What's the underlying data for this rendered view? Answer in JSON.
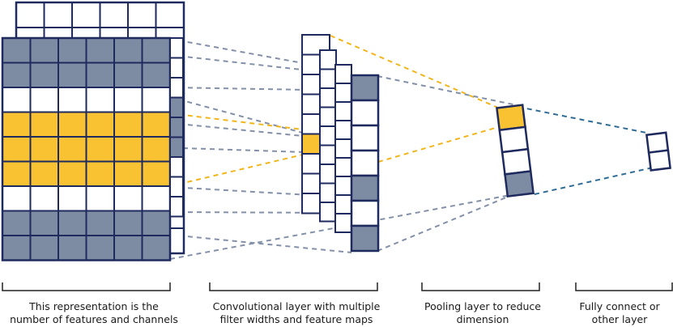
{
  "colors": {
    "outline": "#1f2a5e",
    "gray_fill": "#7d8ba3",
    "highlight": "#f8c232",
    "gray_dash": "#8390a8",
    "orange_dash": "#f2b61c",
    "blue_dash": "#2e6b95"
  },
  "captions": [
    {
      "line1": "This representation is the",
      "line2": "number of features and channels"
    },
    {
      "line1": "Convolutional layer with multiple",
      "line2": "filter widths and feature maps"
    },
    {
      "line1": "Pooling layer to reduce",
      "line2": "dimension"
    },
    {
      "line1": "Fully connect or",
      "line2": "other layer"
    }
  ],
  "input_rows": [
    "gray",
    "gray",
    "white",
    "highlight",
    "highlight",
    "highlight",
    "white",
    "gray",
    "gray"
  ],
  "conv_map_cells": [
    "gray",
    "white",
    "white",
    "white",
    "gray",
    "white",
    "gray"
  ],
  "pool_cells": [
    "highlight",
    "white",
    "white",
    "gray"
  ]
}
